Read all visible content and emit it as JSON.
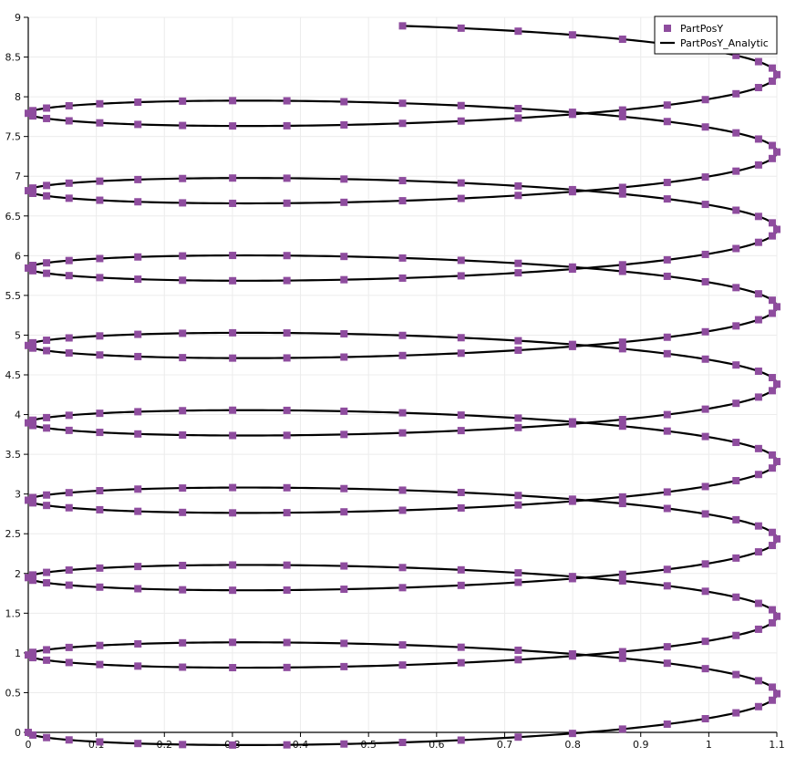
{
  "chart_data": {
    "type": "scatter",
    "title": "",
    "xlabel": "",
    "ylabel": "",
    "xlim": [
      0,
      1.1
    ],
    "ylim": [
      0,
      9
    ],
    "x_ticks": [
      "0",
      "0.1",
      "0.2",
      "0.3",
      "0.4",
      "0.5",
      "0.6",
      "0.7",
      "0.8",
      "0.9",
      "1",
      "1.1"
    ],
    "y_ticks": [
      "0",
      "0.5",
      "1",
      "1.5",
      "2",
      "2.5",
      "3",
      "3.5",
      "4",
      "4.5",
      "5",
      "5.5",
      "6",
      "6.5",
      "7",
      "7.5",
      "8",
      "8.5",
      "9"
    ],
    "grid": true,
    "legend_position": "top-right",
    "curve_model": {
      "x_center": 0.55,
      "x_amplitude": 0.55,
      "y_turn_amplitude": 0.37,
      "y_rise_per_turn": 0.974,
      "start_phase_deg": 180,
      "end_phase_deg": 3330,
      "rotation_direction": "clockwise"
    },
    "series": [
      {
        "name": "PartPosY",
        "marker": "square",
        "color": "#8e4c9e",
        "render": "markers",
        "point_spacing_deg": 9,
        "x_range": [
          0,
          1.04
        ],
        "y_range": [
          0,
          8.43
        ]
      },
      {
        "name": "PartPosY_Analytic",
        "marker": "line",
        "color": "#000000",
        "render": "line",
        "x_range": [
          0,
          1.04
        ],
        "y_range": [
          0,
          8.43
        ]
      }
    ]
  }
}
